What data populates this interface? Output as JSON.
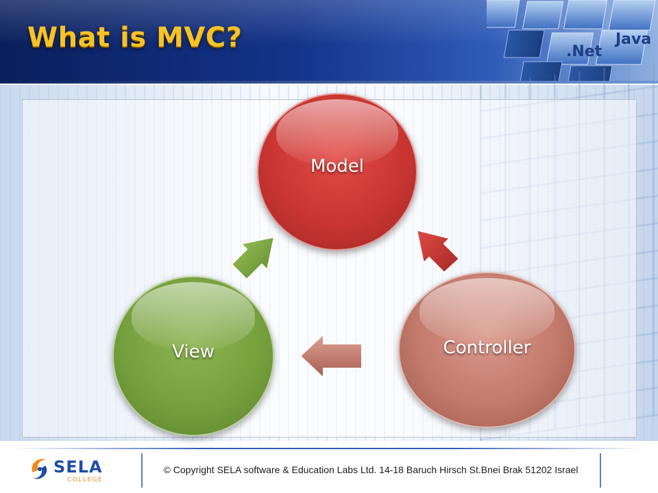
{
  "slide": {
    "title": "What is MVC?",
    "header_cube_labels": [
      ".Net",
      "Java"
    ]
  },
  "diagram": {
    "nodes": [
      {
        "id": "model",
        "label": "Model",
        "color": "#c83531"
      },
      {
        "id": "view",
        "label": "View",
        "color": "#76a03d"
      },
      {
        "id": "controller",
        "label": "Controller",
        "color": "#c27a6b"
      }
    ],
    "edges": [
      {
        "from": "view",
        "to": "model",
        "color": "#76a03d"
      },
      {
        "from": "controller",
        "to": "model",
        "color": "#c83531"
      },
      {
        "from": "controller",
        "to": "view",
        "color": "#c27a6b"
      }
    ]
  },
  "footer": {
    "logo_text": "SELA",
    "logo_subtext": "COLLEGE",
    "copyright": "© Copyright SELA software & Education Labs Ltd. 14-18 Baruch Hirsch St.Bnei Brak 51202 Israel"
  },
  "colors": {
    "header_dark": "#0a1f5c",
    "title": "#f7c324",
    "logo_blue": "#1f4ea3",
    "logo_orange": "#f08a1c"
  }
}
